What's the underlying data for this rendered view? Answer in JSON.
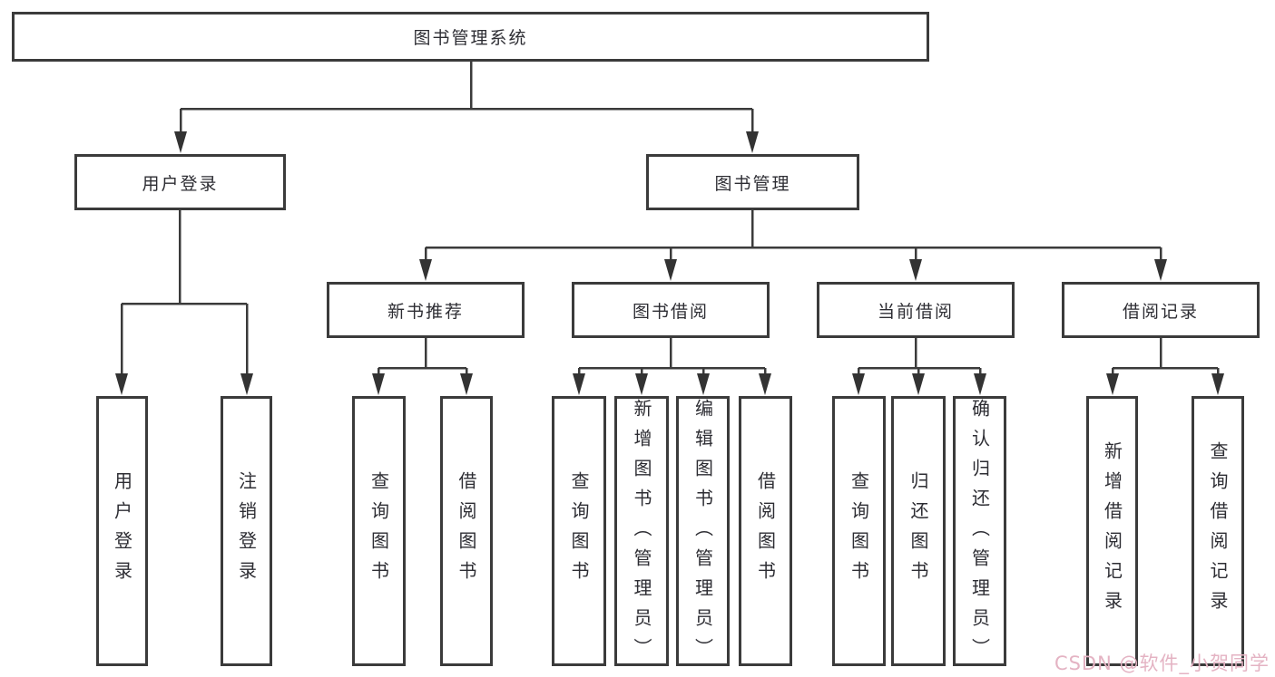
{
  "diagram": {
    "type": "hierarchy-tree",
    "line_color": "#3b3b3b",
    "text_color": "#2d2d33",
    "background": "#ffffff",
    "nodes": {
      "root": "图书管理系统",
      "user_login": "用户登录",
      "book_mgmt": "图书管理",
      "new_books": "新书推荐",
      "book_borrow": "图书借阅",
      "current_borrow": "当前借阅",
      "borrow_records": "借阅记录",
      "user_login_leaf": "用户登录",
      "logout_leaf": "注销登录",
      "nb_query": "查询图书",
      "nb_borrow": "借阅图书",
      "bb_query": "查询图书",
      "bb_add": "新增图书（管理员）",
      "bb_edit": "编辑图书（管理员）",
      "bb_borrow": "借阅图书",
      "cb_query": "查询图书",
      "cb_return": "归还图书",
      "cb_confirm": "确认归还（管理员）",
      "br_add": "新增借阅记录",
      "br_query": "查询借阅记录"
    },
    "edges": [
      [
        "root",
        "user_login"
      ],
      [
        "root",
        "book_mgmt"
      ],
      [
        "user_login",
        "user_login_leaf"
      ],
      [
        "user_login",
        "logout_leaf"
      ],
      [
        "book_mgmt",
        "new_books"
      ],
      [
        "book_mgmt",
        "book_borrow"
      ],
      [
        "book_mgmt",
        "current_borrow"
      ],
      [
        "book_mgmt",
        "borrow_records"
      ],
      [
        "new_books",
        "nb_query"
      ],
      [
        "new_books",
        "nb_borrow"
      ],
      [
        "book_borrow",
        "bb_query"
      ],
      [
        "book_borrow",
        "bb_add"
      ],
      [
        "book_borrow",
        "bb_edit"
      ],
      [
        "book_borrow",
        "bb_borrow"
      ],
      [
        "current_borrow",
        "cb_query"
      ],
      [
        "current_borrow",
        "cb_return"
      ],
      [
        "current_borrow",
        "cb_confirm"
      ],
      [
        "borrow_records",
        "br_add"
      ],
      [
        "borrow_records",
        "br_query"
      ]
    ]
  },
  "watermark": {
    "text": "CSDN @软件_小贺同学",
    "color": "#e4b3c3"
  }
}
